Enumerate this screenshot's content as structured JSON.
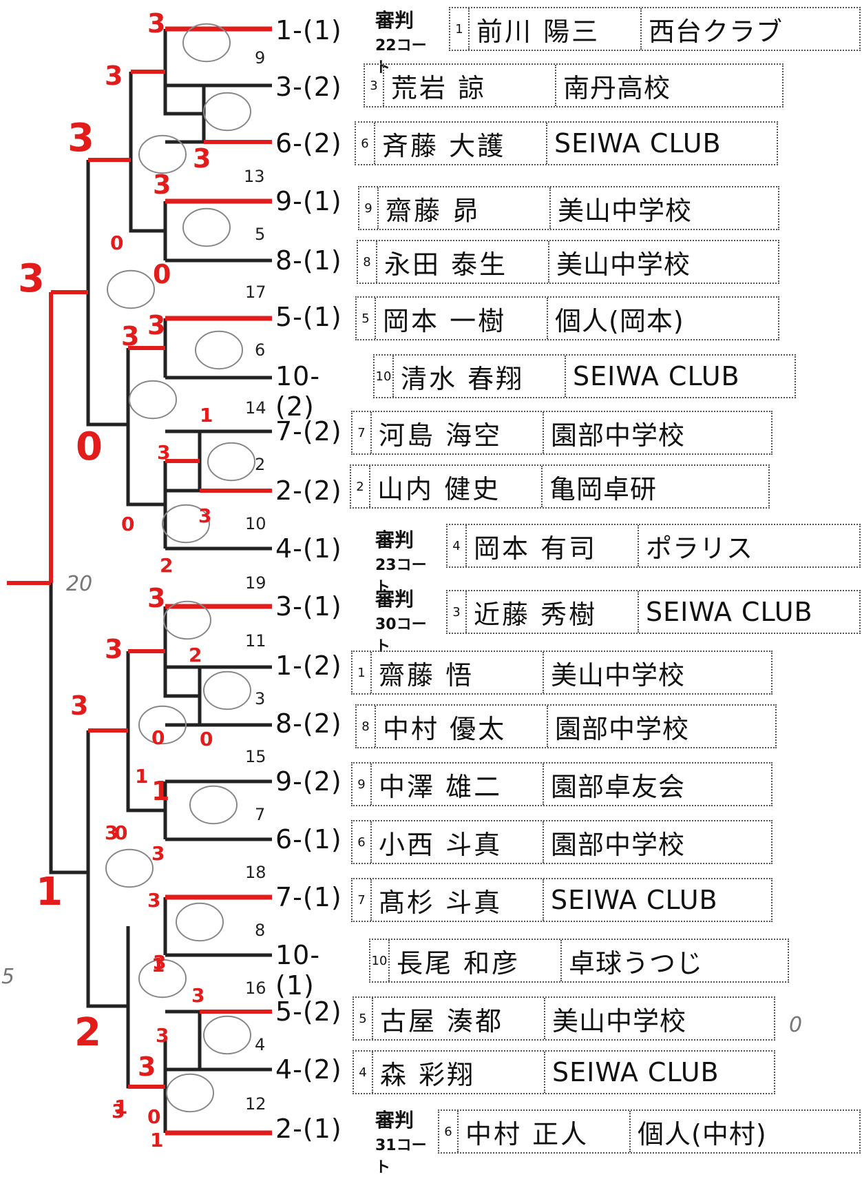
{
  "slots": [
    "1-(1)",
    "3-(2)",
    "6-(2)",
    "9-(1)",
    "8-(1)",
    "5-(1)",
    "10-(2)",
    "7-(2)",
    "2-(2)",
    "4-(1)",
    "3-(1)",
    "1-(2)",
    "8-(2)",
    "9-(2)",
    "6-(1)",
    "7-(1)",
    "10-(1)",
    "5-(2)",
    "4-(2)",
    "2-(1)"
  ],
  "players": [
    {
      "num": "1",
      "name": "前川 陽三",
      "club": "西台クラブ"
    },
    {
      "num": "3",
      "name": "荒岩 諒",
      "club": "南丹高校"
    },
    {
      "num": "6",
      "name": "斉藤 大護",
      "club": "SEIWA CLUB"
    },
    {
      "num": "9",
      "name": "齋藤 昴",
      "club": "美山中学校"
    },
    {
      "num": "8",
      "name": "永田 泰生",
      "club": "美山中学校"
    },
    {
      "num": "5",
      "name": "岡本 一樹",
      "club": "個人(岡本)"
    },
    {
      "num": "10",
      "name": "清水 春翔",
      "club": "SEIWA CLUB"
    },
    {
      "num": "7",
      "name": "河島 海空",
      "club": "園部中学校"
    },
    {
      "num": "2",
      "name": "山内 健史",
      "club": "亀岡卓研"
    },
    {
      "num": "4",
      "name": "岡本 有司",
      "club": "ポラリス"
    },
    {
      "num": "3",
      "name": "近藤 秀樹",
      "club": "SEIWA CLUB"
    },
    {
      "num": "1",
      "name": "齋藤 悟",
      "club": "美山中学校"
    },
    {
      "num": "8",
      "name": "中村 優太",
      "club": "園部中学校"
    },
    {
      "num": "9",
      "name": "中澤 雄二",
      "club": "園部卓友会"
    },
    {
      "num": "6",
      "name": "小西 斗真",
      "club": "園部中学校"
    },
    {
      "num": "7",
      "name": "髙杉 斗真",
      "club": "SEIWA CLUB"
    },
    {
      "num": "10",
      "name": "長尾 和彦",
      "club": "卓球うつじ"
    },
    {
      "num": "5",
      "name": "古屋 湊都",
      "club": "美山中学校"
    },
    {
      "num": "4",
      "name": "森 彩翔",
      "club": "SEIWA CLUB"
    },
    {
      "num": "6",
      "name": "中村 正人",
      "club": "個人(中村)"
    }
  ],
  "referees": [
    {
      "title": "審判",
      "court": "22コート"
    },
    {
      "title": "審判",
      "court": "23コート"
    },
    {
      "title": "審判",
      "court": "30コート"
    },
    {
      "title": "審判",
      "court": "31コート"
    }
  ],
  "match_numbers": [
    "9",
    "13",
    "5",
    "17",
    "6",
    "14",
    "2",
    "10",
    "19",
    "11",
    "3",
    "15",
    "7",
    "18",
    "8",
    "16",
    "4",
    "12"
  ],
  "scores": [
    "3",
    "3",
    "3",
    "3",
    "3",
    "3",
    "0",
    "0",
    "3",
    "3",
    "1",
    "0",
    "3",
    "0",
    "2",
    "3",
    "3",
    "3",
    "2",
    "0",
    "1",
    "0",
    "3",
    "3",
    "1",
    "3",
    "2",
    "1",
    "3",
    "3",
    "0",
    "1",
    "3",
    "1",
    "3",
    "0",
    "3",
    "3",
    "1"
  ],
  "notes": [
    "20",
    "5",
    "0"
  ],
  "colors": {
    "win_line": "#e21b1b",
    "line": "#222222",
    "text": "#111111"
  }
}
